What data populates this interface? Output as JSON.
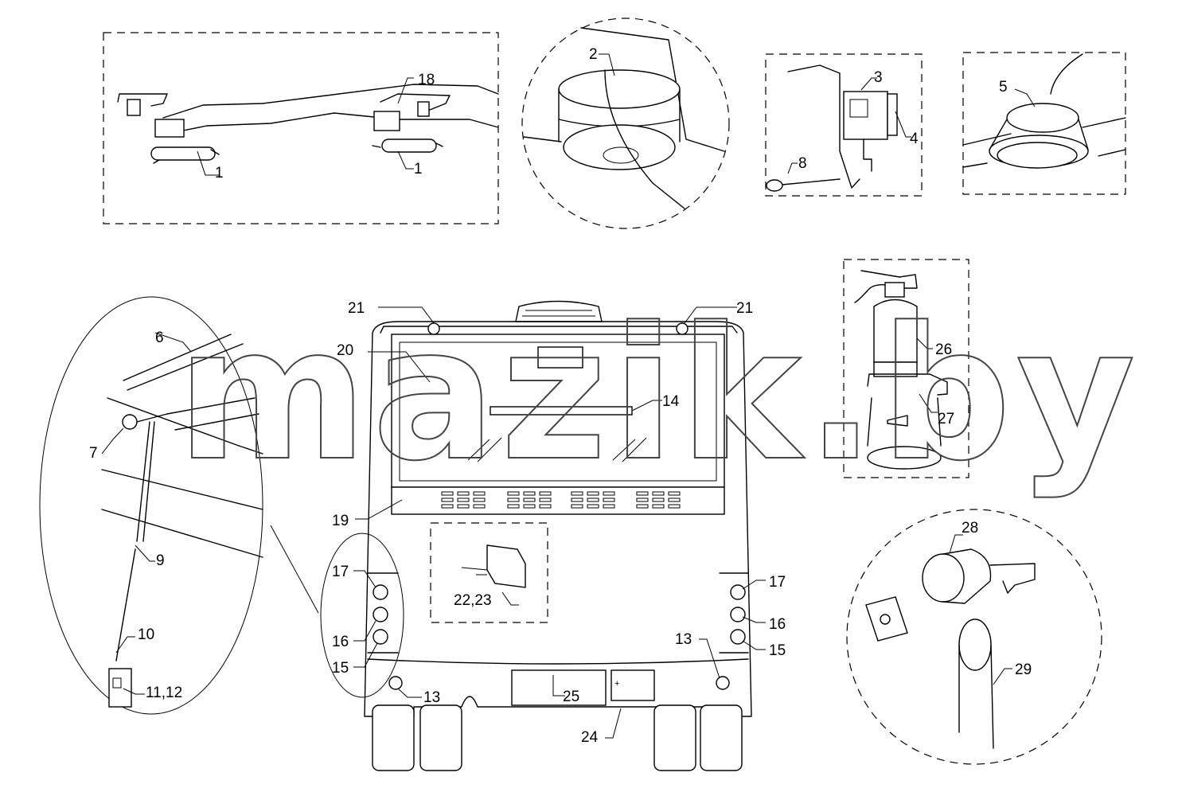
{
  "watermark": "mazik.by",
  "callouts": {
    "c1a": "1",
    "c1b": "1",
    "c18": "18",
    "c2": "2",
    "c3": "3",
    "c4": "4",
    "c8": "8",
    "c5": "5",
    "c6": "6",
    "c7": "7",
    "c9": "9",
    "c10": "10",
    "c11_12": "11,12",
    "c21a": "21",
    "c21b": "21",
    "c20": "20",
    "c14": "14",
    "c19": "19",
    "c22_23": "22,23",
    "c17a": "17",
    "c16a": "16",
    "c15a": "15",
    "c13a": "13",
    "c17b": "17",
    "c16b": "16",
    "c15b": "15",
    "c13b": "13",
    "c25": "25",
    "c24": "24",
    "c26": "26",
    "c27": "27",
    "c28": "28",
    "c29": "29"
  }
}
